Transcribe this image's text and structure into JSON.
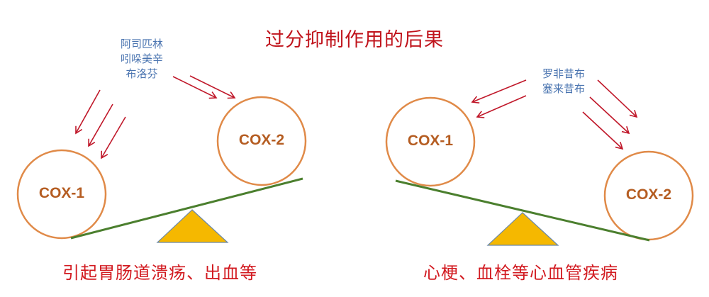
{
  "title": "过分抑制作用的后果",
  "colors": {
    "title": "#c0141c",
    "drug_text": "#4a74b0",
    "arrow": "#c0182a",
    "circle_stroke": "#e08a48",
    "cox_label": "#b55d22",
    "lever": "#4b7f2e",
    "fulcrum_fill": "#f5b800",
    "fulcrum_stroke": "#6a88a8",
    "consequence_text": "#d21a20"
  },
  "left_panel": {
    "drugs": [
      "阿司匹林",
      "吲哚美辛",
      "布洛芬"
    ],
    "cox1": {
      "label": "COX-1",
      "position": "low"
    },
    "cox2": {
      "label": "COX-2",
      "position": "high"
    },
    "consequence": "引起胃肠道溃疡、出血等"
  },
  "right_panel": {
    "drugs": [
      "罗非昔布",
      "塞来昔布"
    ],
    "cox1": {
      "label": "COX-1",
      "position": "high"
    },
    "cox2": {
      "label": "COX-2",
      "position": "low"
    },
    "consequence": "心梗、血栓等心血管疾病"
  }
}
